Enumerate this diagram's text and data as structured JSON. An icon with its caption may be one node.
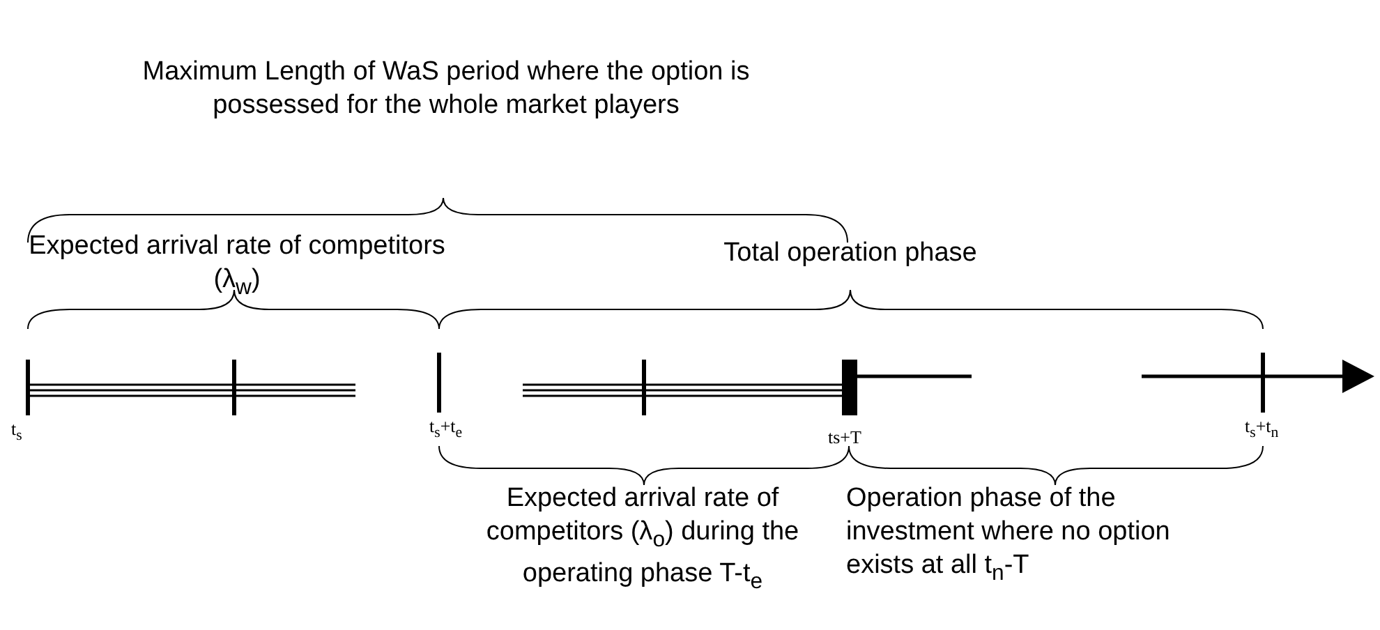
{
  "diagram": {
    "labels": [
      "Maximum Length of WaS period where the option is possessed for the whole market players",
      "Expected arrival rate of competitors (λ$_{w}$)",
      "Total operation phase",
      "t$_{s}$",
      "t$_{s}$+t$_{e}$",
      "ts+T",
      "t$_{s}$+t$_{n}$",
      "Expected arrival rate of competitors (λ$_{o}$) during the operating phase T-t$_{e}$",
      "Operation phase of the investment where no option exists at all t$_{n}$-T"
    ]
  }
}
